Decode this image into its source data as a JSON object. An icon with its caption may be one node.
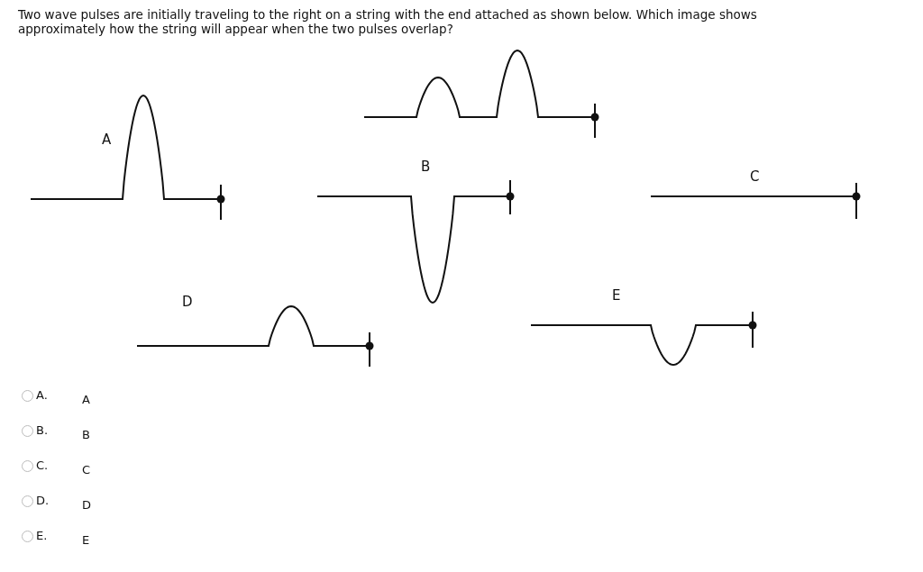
{
  "diagram": {
    "title": "Two wave pulses are initially traveling to the right on a string with the end attached as shown below. Which image shows approximately how the string will appear when the two pulses overlap?",
    "labels": [
      "A",
      "B",
      "C",
      "D",
      "E",
      "A.",
      "A",
      "B.",
      "B",
      "C.",
      "C",
      "D.",
      "D",
      "E.",
      "E"
    ]
  }
}
